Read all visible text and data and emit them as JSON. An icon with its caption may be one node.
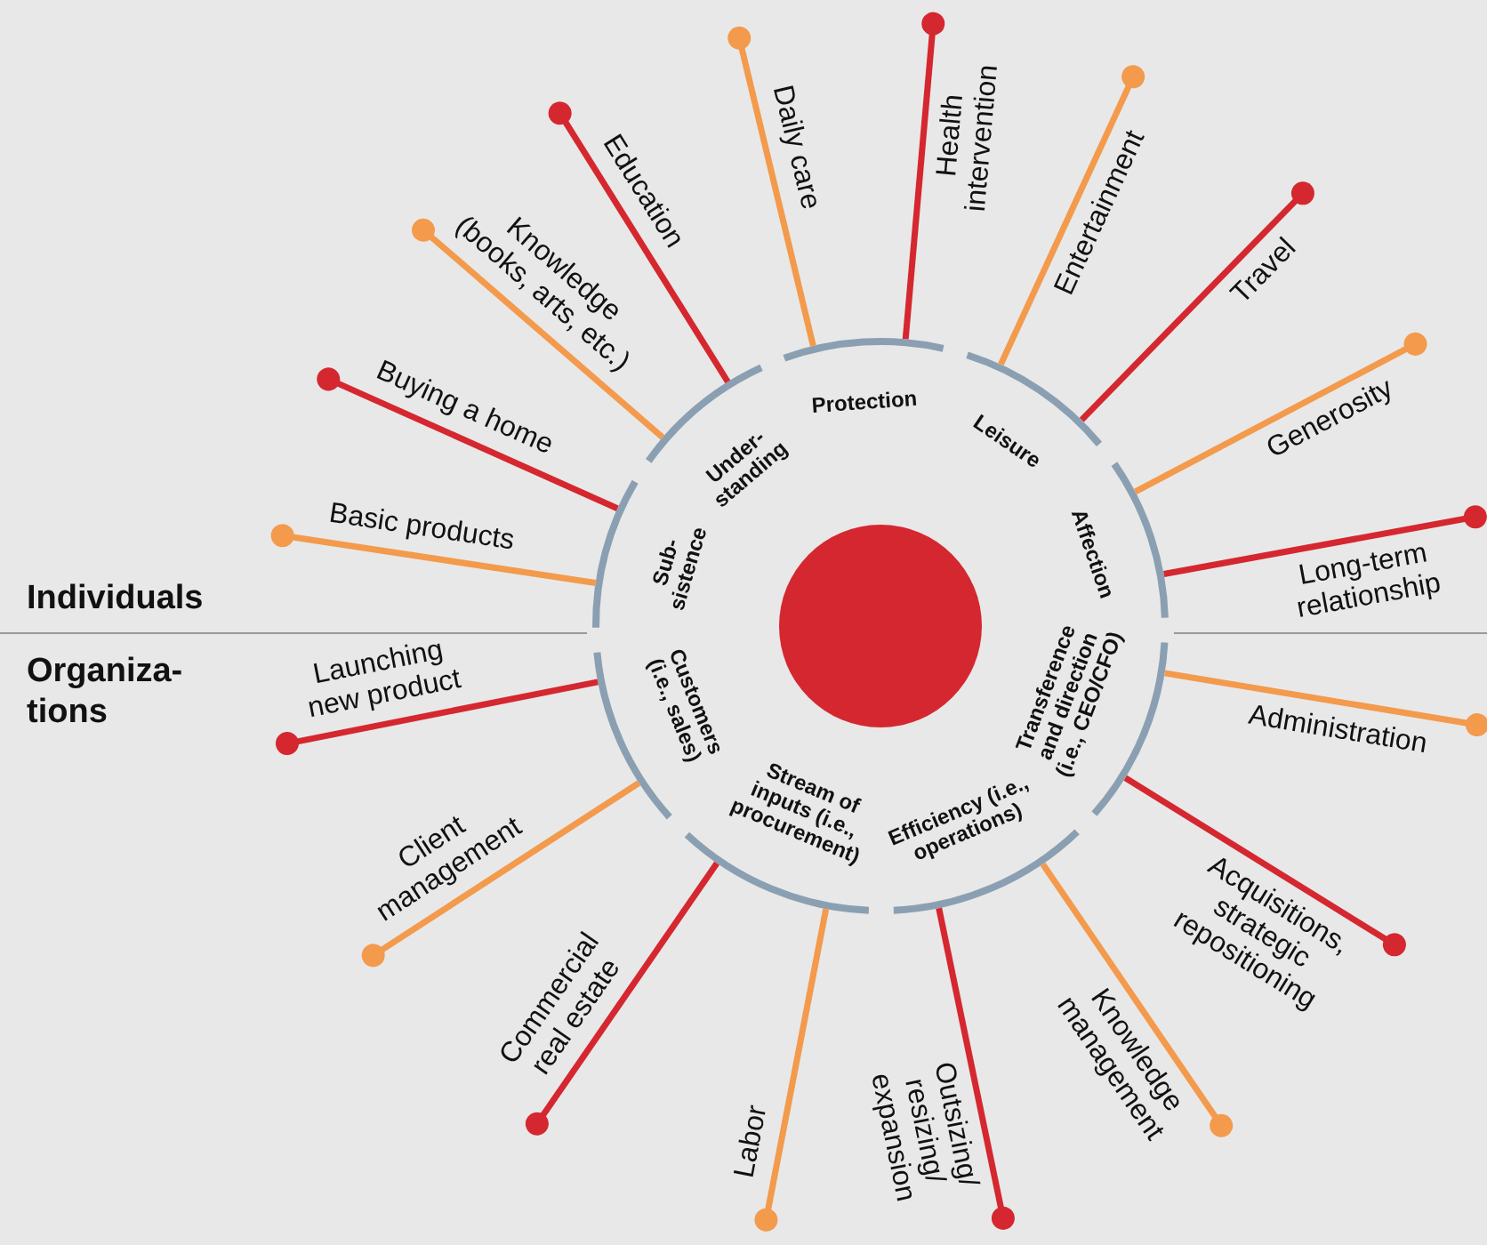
{
  "diagram": {
    "nodes": [
      {
        "text": [],
        "shape": "circle"
      },
      {
        "text": [
          "Protection"
        ]
      },
      {
        "text": [
          "Leisure"
        ]
      },
      {
        "text": [
          "Affection"
        ]
      },
      {
        "text": [
          "Transference and direction (i.e., CEO/CFO)"
        ]
      },
      {
        "text": [
          "Efficiency (i.e., operations)"
        ]
      },
      {
        "text": [
          "Stream of inputs (i.e., procurement)"
        ]
      },
      {
        "text": [
          "Customers (i.e., sales)"
        ]
      },
      {
        "text": [
          "Sub- sistence"
        ]
      },
      {
        "text": [
          "Under- standing"
        ]
      },
      {
        "text": [
          "Daily care"
        ]
      },
      {
        "text": [
          "Health intervention"
        ]
      },
      {
        "text": [
          "Entertainment"
        ]
      },
      {
        "text": [
          "Travel"
        ]
      },
      {
        "text": [
          "Generosity"
        ]
      },
      {
        "text": [
          "Long-term relationship"
        ]
      },
      {
        "text": [
          "Administration"
        ]
      },
      {
        "text": [
          "Acquisitions, strategic repositioning"
        ]
      },
      {
        "text": [
          "Knowledge management"
        ]
      },
      {
        "text": [
          "Outsizing/ resizing/ expansion"
        ]
      },
      {
        "text": [
          "Labor"
        ]
      },
      {
        "text": [
          "Commercial real estate"
        ]
      },
      {
        "text": [
          "Client management"
        ]
      },
      {
        "text": [
          "Launching new product"
        ]
      },
      {
        "text": [
          "Basic products"
        ]
      },
      {
        "text": [
          "Buying a home"
        ]
      },
      {
        "text": [
          "Knowledge (books, arts, etc.)"
        ]
      },
      {
        "text": [
          "Education"
        ]
      }
    ],
    "edges": [
      {
        "from": 1,
        "to": 10,
        "arrow": "other",
        "color": "#f39a4c"
      },
      {
        "from": 1,
        "to": 11,
        "arrow": "other",
        "color": "#d5272f"
      },
      {
        "from": 2,
        "to": 12,
        "arrow": "other",
        "color": "#f39a4c"
      },
      {
        "from": 2,
        "to": 13,
        "arrow": "other",
        "color": "#d5272f"
      },
      {
        "from": 3,
        "to": 14,
        "arrow": "other",
        "color": "#f39a4c"
      },
      {
        "from": 3,
        "to": 15,
        "arrow": "other",
        "color": "#d5272f"
      },
      {
        "from": 4,
        "to": 16,
        "arrow": "other",
        "color": "#f39a4c"
      },
      {
        "from": 4,
        "to": 17,
        "arrow": "other",
        "color": "#d5272f"
      },
      {
        "from": 5,
        "to": 18,
        "arrow": "other",
        "color": "#f39a4c"
      },
      {
        "from": 5,
        "to": 19,
        "arrow": "other",
        "color": "#d5272f"
      },
      {
        "from": 6,
        "to": 20,
        "arrow": "other",
        "color": "#f39a4c"
      },
      {
        "from": 6,
        "to": 21,
        "arrow": "other",
        "color": "#d5272f"
      },
      {
        "from": 7,
        "to": 22,
        "arrow": "other",
        "color": "#f39a4c"
      },
      {
        "from": 7,
        "to": 23,
        "arrow": "other",
        "color": "#d5272f"
      },
      {
        "from": 8,
        "to": 24,
        "arrow": "other",
        "color": "#f39a4c"
      },
      {
        "from": 8,
        "to": 25,
        "arrow": "other",
        "color": "#d5272f"
      },
      {
        "from": 9,
        "to": 26,
        "arrow": "other",
        "color": "#f39a4c"
      },
      {
        "from": 9,
        "to": 27,
        "arrow": "other",
        "color": "#d5272f"
      }
    ],
    "labels": [
      "Individuals",
      "Organiza- tions"
    ]
  }
}
